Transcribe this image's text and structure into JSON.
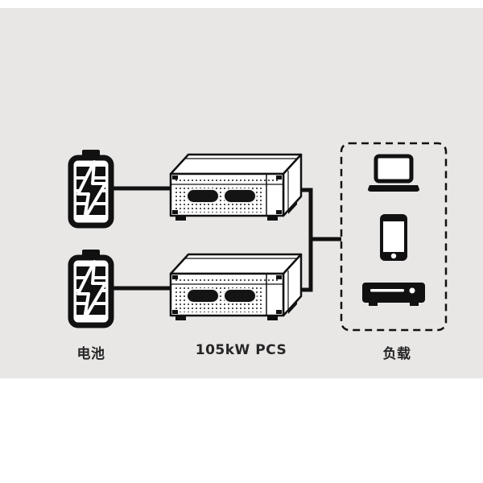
{
  "colors": {
    "page_background": "#ffffff",
    "band_background": "#e9e7e6",
    "ink": "#111111",
    "label_text": "#262626"
  },
  "labels": {
    "battery": "电池",
    "pcs": "105kW PCS",
    "load": "负载"
  },
  "diagram": {
    "nodes": [
      {
        "name": "battery-1",
        "icon": "battery-icon"
      },
      {
        "name": "battery-2",
        "icon": "battery-icon"
      },
      {
        "name": "pcs-unit-1",
        "icon": "pcs-rack-icon"
      },
      {
        "name": "pcs-unit-2",
        "icon": "pcs-rack-icon"
      },
      {
        "name": "load-group",
        "icons": [
          "laptop-icon",
          "smartphone-icon",
          "set-top-box-icon"
        ]
      }
    ],
    "edges": [
      {
        "from": "battery-1",
        "to": "pcs-unit-1"
      },
      {
        "from": "battery-2",
        "to": "pcs-unit-2"
      },
      {
        "from": "pcs-unit-1",
        "to": "bus"
      },
      {
        "from": "pcs-unit-2",
        "to": "bus"
      },
      {
        "from": "bus",
        "to": "load-group"
      }
    ]
  }
}
